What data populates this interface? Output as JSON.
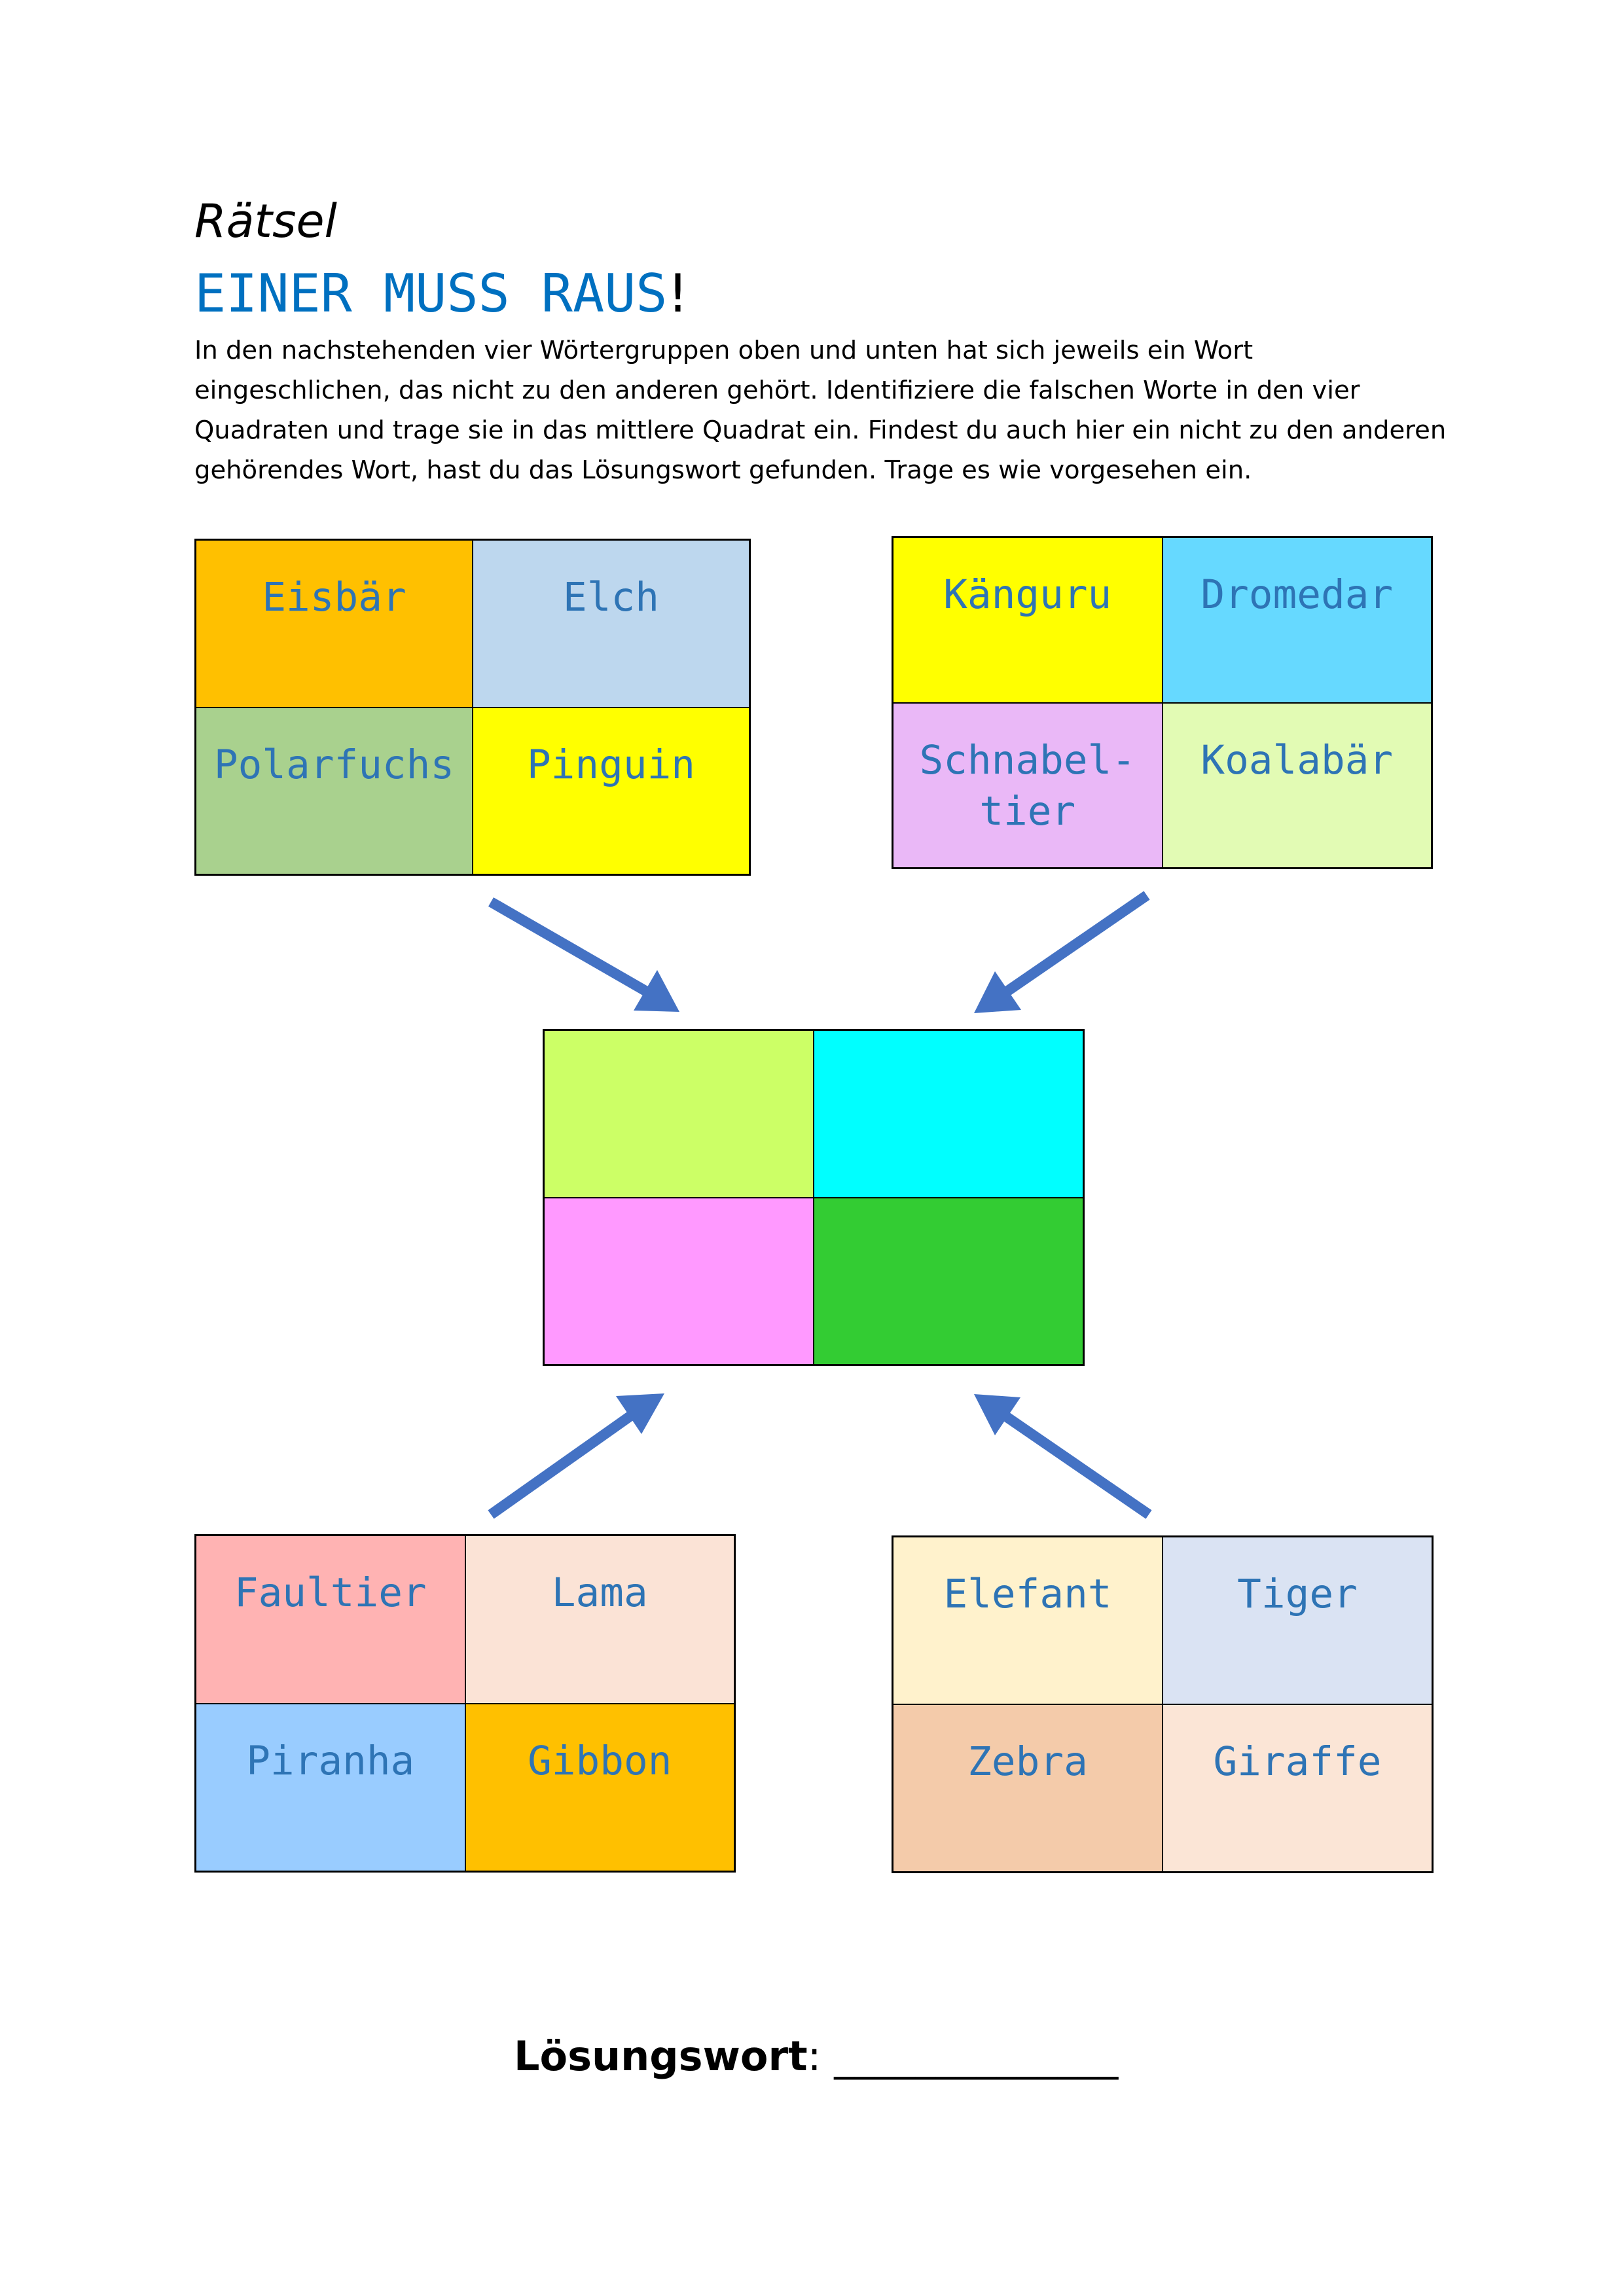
{
  "header": {
    "subtitle": "Rätsel",
    "title": "EINER MUSS RAUS",
    "title_suffix": "!",
    "intro": "In den nachstehenden vier Wörtergruppen oben und unten hat sich jeweils ein Wort eingeschlichen, das nicht zu den anderen gehört. Identifiziere die falschen Worte in den vier Quadraten und trage sie in das mittlere Quadrat ein. Findest du auch hier ein nicht zu den anderen gehörendes Wort, hast du das Lösungswort gefunden. Trage es wie vorgesehen ein."
  },
  "groups": {
    "top_left": {
      "words": [
        "Eisbär",
        "Elch",
        "Polarfuchs",
        "Pinguin"
      ],
      "colors": [
        "#ffc000",
        "#bdd7ee",
        "#a9d18e",
        "#ffff00"
      ]
    },
    "top_right": {
      "words": [
        "Känguru",
        "Dromedar",
        "Schnabel-\ntier",
        "Koalabär"
      ],
      "colors": [
        "#ffff00",
        "#66d9ff",
        "#eab8f7",
        "#e2fbb4"
      ]
    },
    "bottom_left": {
      "words": [
        "Faultier",
        "Lama",
        "Piranha",
        "Gibbon"
      ],
      "colors": [
        "#ffb3b3",
        "#fbe3d6",
        "#99ccff",
        "#ffc000"
      ]
    },
    "bottom_right": {
      "words": [
        "Elefant",
        "Tiger",
        "Zebra",
        "Giraffe"
      ],
      "colors": [
        "#fff2cc",
        "#dae3f3",
        "#f4cbaa",
        "#fbe5d6"
      ]
    }
  },
  "middle": {
    "words": [
      "",
      "",
      "",
      ""
    ],
    "colors": [
      "#ccff66",
      "#00ffff",
      "#ff99ff",
      "#33cc33"
    ]
  },
  "arrow_color": "#4472c4",
  "answer": {
    "label": "Lösungswort",
    "separator": ": ",
    "blank": "______________"
  }
}
